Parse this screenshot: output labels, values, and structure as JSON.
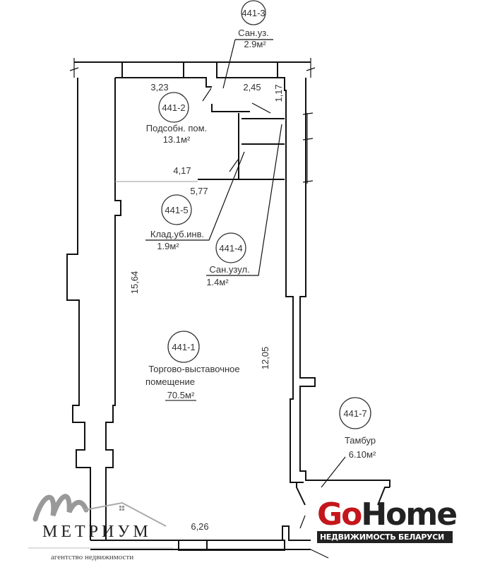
{
  "rooms": [
    {
      "id": "441-1",
      "name_line1": "Торгово-выставочное",
      "name_line2": "помещение",
      "area": "70.5м²"
    },
    {
      "id": "441-2",
      "name": "Подсобн. пом.",
      "area": "13.1м²"
    },
    {
      "id": "441-3",
      "name": "Сан.уз.",
      "area": "2.9м²"
    },
    {
      "id": "441-4",
      "name": "Сан.узул.",
      "area": "1.4м²"
    },
    {
      "id": "441-5",
      "name": "Клад.уб.инв.",
      "area": "1.9м²"
    },
    {
      "id": "441-7",
      "name": "Тамбур",
      "area": "6.10м²"
    }
  ],
  "dimensions": {
    "d323": "3,23",
    "d245": "2,45",
    "d117": "1,17",
    "d417": "4,17",
    "d577": "5,77",
    "d1564": "15,64",
    "d1205": "12,05",
    "d626": "6,26"
  },
  "logos": {
    "metrium_name": "МЕТРИУМ",
    "metrium_tagline": "агентство недвижимости",
    "gohome_go": "Go",
    "gohome_home": "Home",
    "gohome_tagline": "НЕДВИЖИМОСТЬ БЕЛАРУСИ",
    "gohome_red": "#c4161c"
  }
}
